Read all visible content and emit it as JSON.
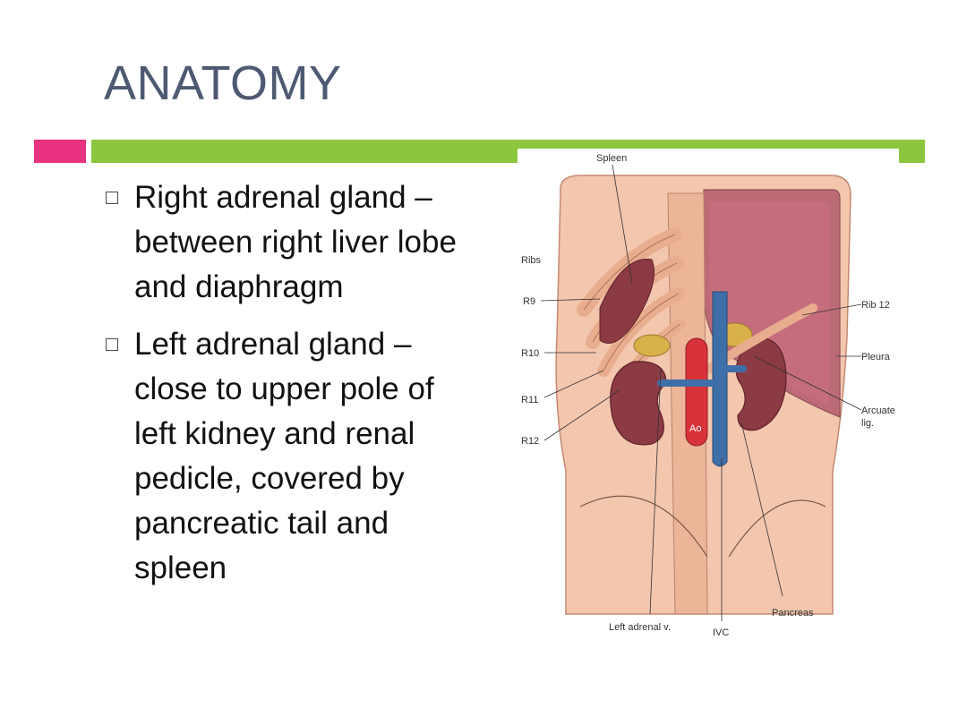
{
  "slide": {
    "title": "ANATOMY",
    "accent_colors": {
      "pink": "#e8327f",
      "green": "#8cc63f"
    }
  },
  "bullets": [
    {
      "text": "Right adrenal gland – between right liver lobe and diaphragm"
    },
    {
      "text": "Left adrenal gland – close to upper pole of left kidney and renal pedicle, covered by pancreatic tail and spleen"
    }
  ],
  "figure": {
    "labels": {
      "spleen": "Spleen",
      "ribs": "Ribs",
      "r9": "R9",
      "r10": "R10",
      "r11": "R11",
      "r12": "R12",
      "rib12": "Rib 12",
      "pleura": "Pleura",
      "arcuate_1": "Arcuate",
      "arcuate_2": "lig.",
      "ao": "Ao",
      "left_adrenal_v": "Left adrenal v.",
      "ivc": "IVC",
      "pancreas": "Pancreas"
    },
    "colors": {
      "skin": "#f3c6ae",
      "kidney": "#8c3a44",
      "aorta": "#d9333a",
      "ivc": "#3f6fa8",
      "pleura": "#b45a6e",
      "adrenal": "#d8b14a",
      "rib": "#e8ad8f"
    }
  }
}
